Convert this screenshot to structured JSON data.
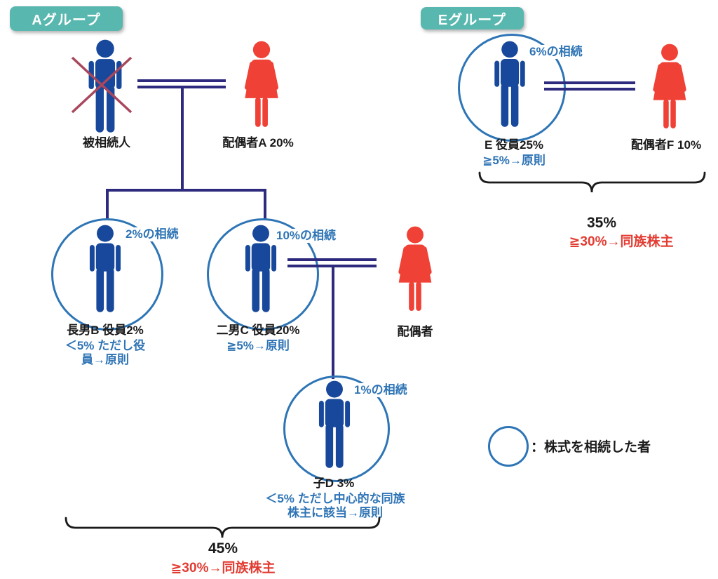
{
  "colors": {
    "male_fill": "#17489B",
    "female_fill": "#EF4136",
    "connector_line": "#2E2B7E",
    "heir_circle": "#2E75B6",
    "note_blue": "#2E74B5",
    "rule_red": "#E23C32",
    "group_pill": "#58B7AE",
    "deceased_cross": "#A9475C"
  },
  "group_a": {
    "label": "Aグループ",
    "deceased": {
      "name": "被相続人"
    },
    "spouse_a": {
      "name": "配偶者A 20%"
    },
    "son_b": {
      "annotation": "2%の相続",
      "name": "長男B 役員2%",
      "note": "＜5% ただし役\n員→原則"
    },
    "son_c": {
      "annotation": "10%の相続",
      "name": "二男C 役員20%",
      "note": "≧5%→原則"
    },
    "spouse_c": {
      "name": "配偶者"
    },
    "child_d": {
      "annotation": "1%の相続",
      "name": "子D 3%",
      "note": "＜5% ただし中心的な同族\n株主に該当→原則"
    },
    "total": {
      "percent": "45%",
      "rule": "≧30%→同族株主"
    }
  },
  "group_e": {
    "label": "Eグループ",
    "heir_e": {
      "annotation": "6%の相続",
      "name": "E 役員25%",
      "note": "≧5%→原則"
    },
    "spouse_f": {
      "name": "配偶者F 10%"
    },
    "total": {
      "percent": "35%",
      "rule": "≧30%→同族株主"
    }
  },
  "legend": {
    "label": "：株式を相続した者"
  }
}
